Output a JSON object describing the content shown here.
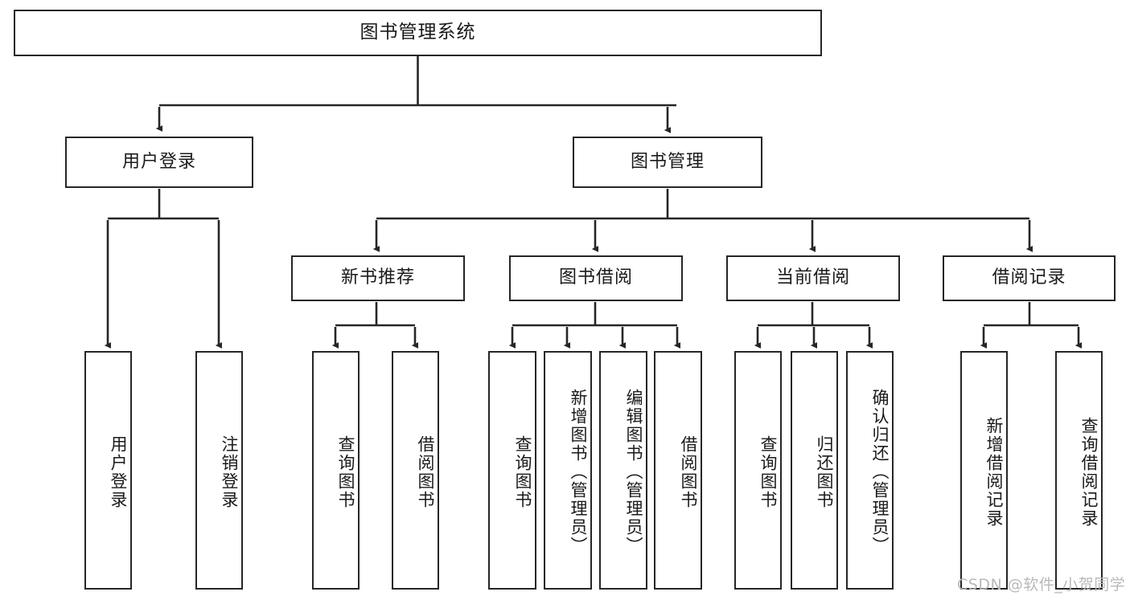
{
  "diagram": {
    "title": "图书管理系统",
    "watermark": "CSDN @软件_小贺同学",
    "line_color": "#262626",
    "box_fill": "#ffffff",
    "text_color": "#1a1a1a",
    "nodes": {
      "root": "图书管理系统",
      "level2": {
        "user_login": "用户登录",
        "book_manage": "图书管理"
      },
      "level3": {
        "new_book_rec": "新书推荐",
        "book_borrow": "图书借阅",
        "current_borrow": "当前借阅",
        "borrow_record": "借阅记录"
      },
      "leaves": {
        "user_login_1": "用户登录",
        "user_login_2": "注销登录",
        "new_book_rec_1": "查询图书",
        "new_book_rec_2": "借阅图书",
        "book_borrow_1": "查询图书",
        "book_borrow_2": "新增图书（管理员）",
        "book_borrow_3": "编辑图书（管理员）",
        "book_borrow_4": "借阅图书",
        "current_borrow_1": "查询图书",
        "current_borrow_2": "归还图书",
        "current_borrow_3": "确认归还（管理员）",
        "borrow_record_1": "新增借阅记录",
        "borrow_record_2": "查询借阅记录"
      }
    }
  }
}
